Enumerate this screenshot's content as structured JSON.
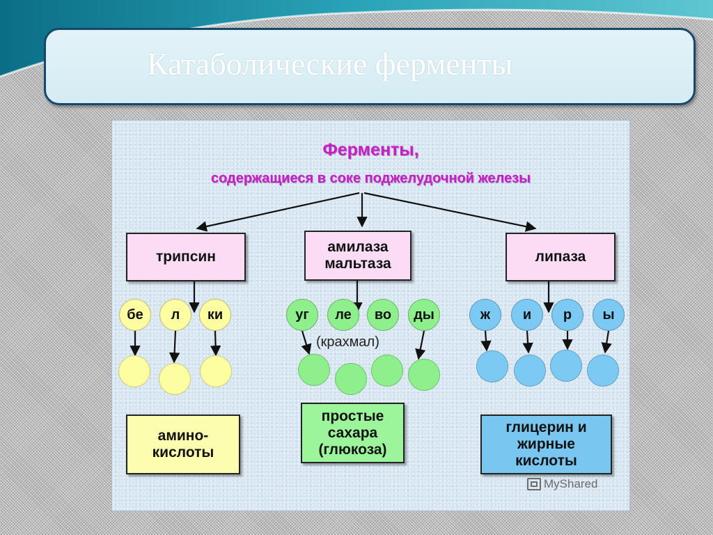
{
  "title": "Катаболические ферменты",
  "diagram": {
    "heading_line1": "Ферменты,",
    "heading_line2": "содержащиеся в соке поджелудочной железы",
    "enzymes": [
      {
        "label": "трипсин"
      },
      {
        "label": "амилаза\nмальтаза"
      },
      {
        "label": "липаза"
      }
    ],
    "syllable_groups": [
      {
        "syllables": [
          "бе",
          "л",
          "ки"
        ],
        "color": "#fdfda2"
      },
      {
        "syllables": [
          "уг",
          "ле",
          "во",
          "ды"
        ],
        "color": "#8ef08c",
        "note": "(крахмал)"
      },
      {
        "syllables": [
          "ж",
          "и",
          "р",
          "ы"
        ],
        "color": "#7ccaf3"
      }
    ],
    "products": [
      {
        "label": "амино-\nкислоты",
        "color": "#fdfdb0"
      },
      {
        "label": "простые\nсахара\n(глюкоза)",
        "color": "#9cf59a"
      },
      {
        "label": "глицерин и\nжирные\nкислоты",
        "color": "#79c6f1"
      }
    ],
    "watermark": "MyShared"
  },
  "colors": {
    "heading": "#c81ec8",
    "enzyme_box": "#fadcf5",
    "title_banner_border": "#16486a"
  }
}
